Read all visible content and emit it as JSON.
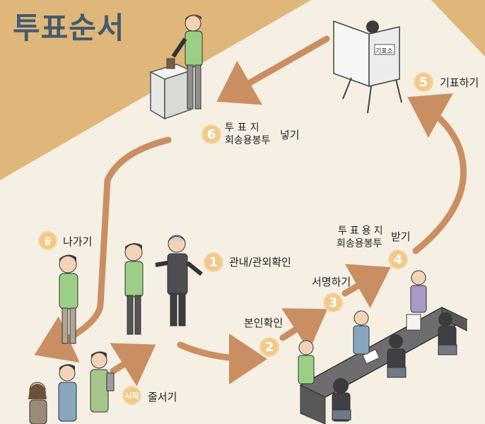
{
  "title": "투표순서",
  "booth_sign": "기표소",
  "steps": {
    "start": {
      "badge": "시작",
      "label": "줄서기"
    },
    "s1": {
      "badge": "1",
      "label": "관내/관외확인"
    },
    "s2": {
      "badge": "2",
      "label": "본인확인"
    },
    "s3": {
      "badge": "3",
      "label": "서명하기"
    },
    "s4": {
      "badge": "4",
      "line1": "투표용지",
      "line2": "회송용봉투",
      "suffix": "받기"
    },
    "s5": {
      "badge": "5",
      "label": "기표하기"
    },
    "s6": {
      "badge": "6",
      "line1": "투표지",
      "line2": "회송용봉투",
      "suffix": "넣기"
    },
    "end": {
      "badge": "끝",
      "label": "나가기"
    }
  },
  "colors": {
    "background": "#f6efe4",
    "wedge": "#e0b77a",
    "arrow": "#c98f63",
    "badge": "#f1c98a",
    "title": "#455a6e"
  }
}
